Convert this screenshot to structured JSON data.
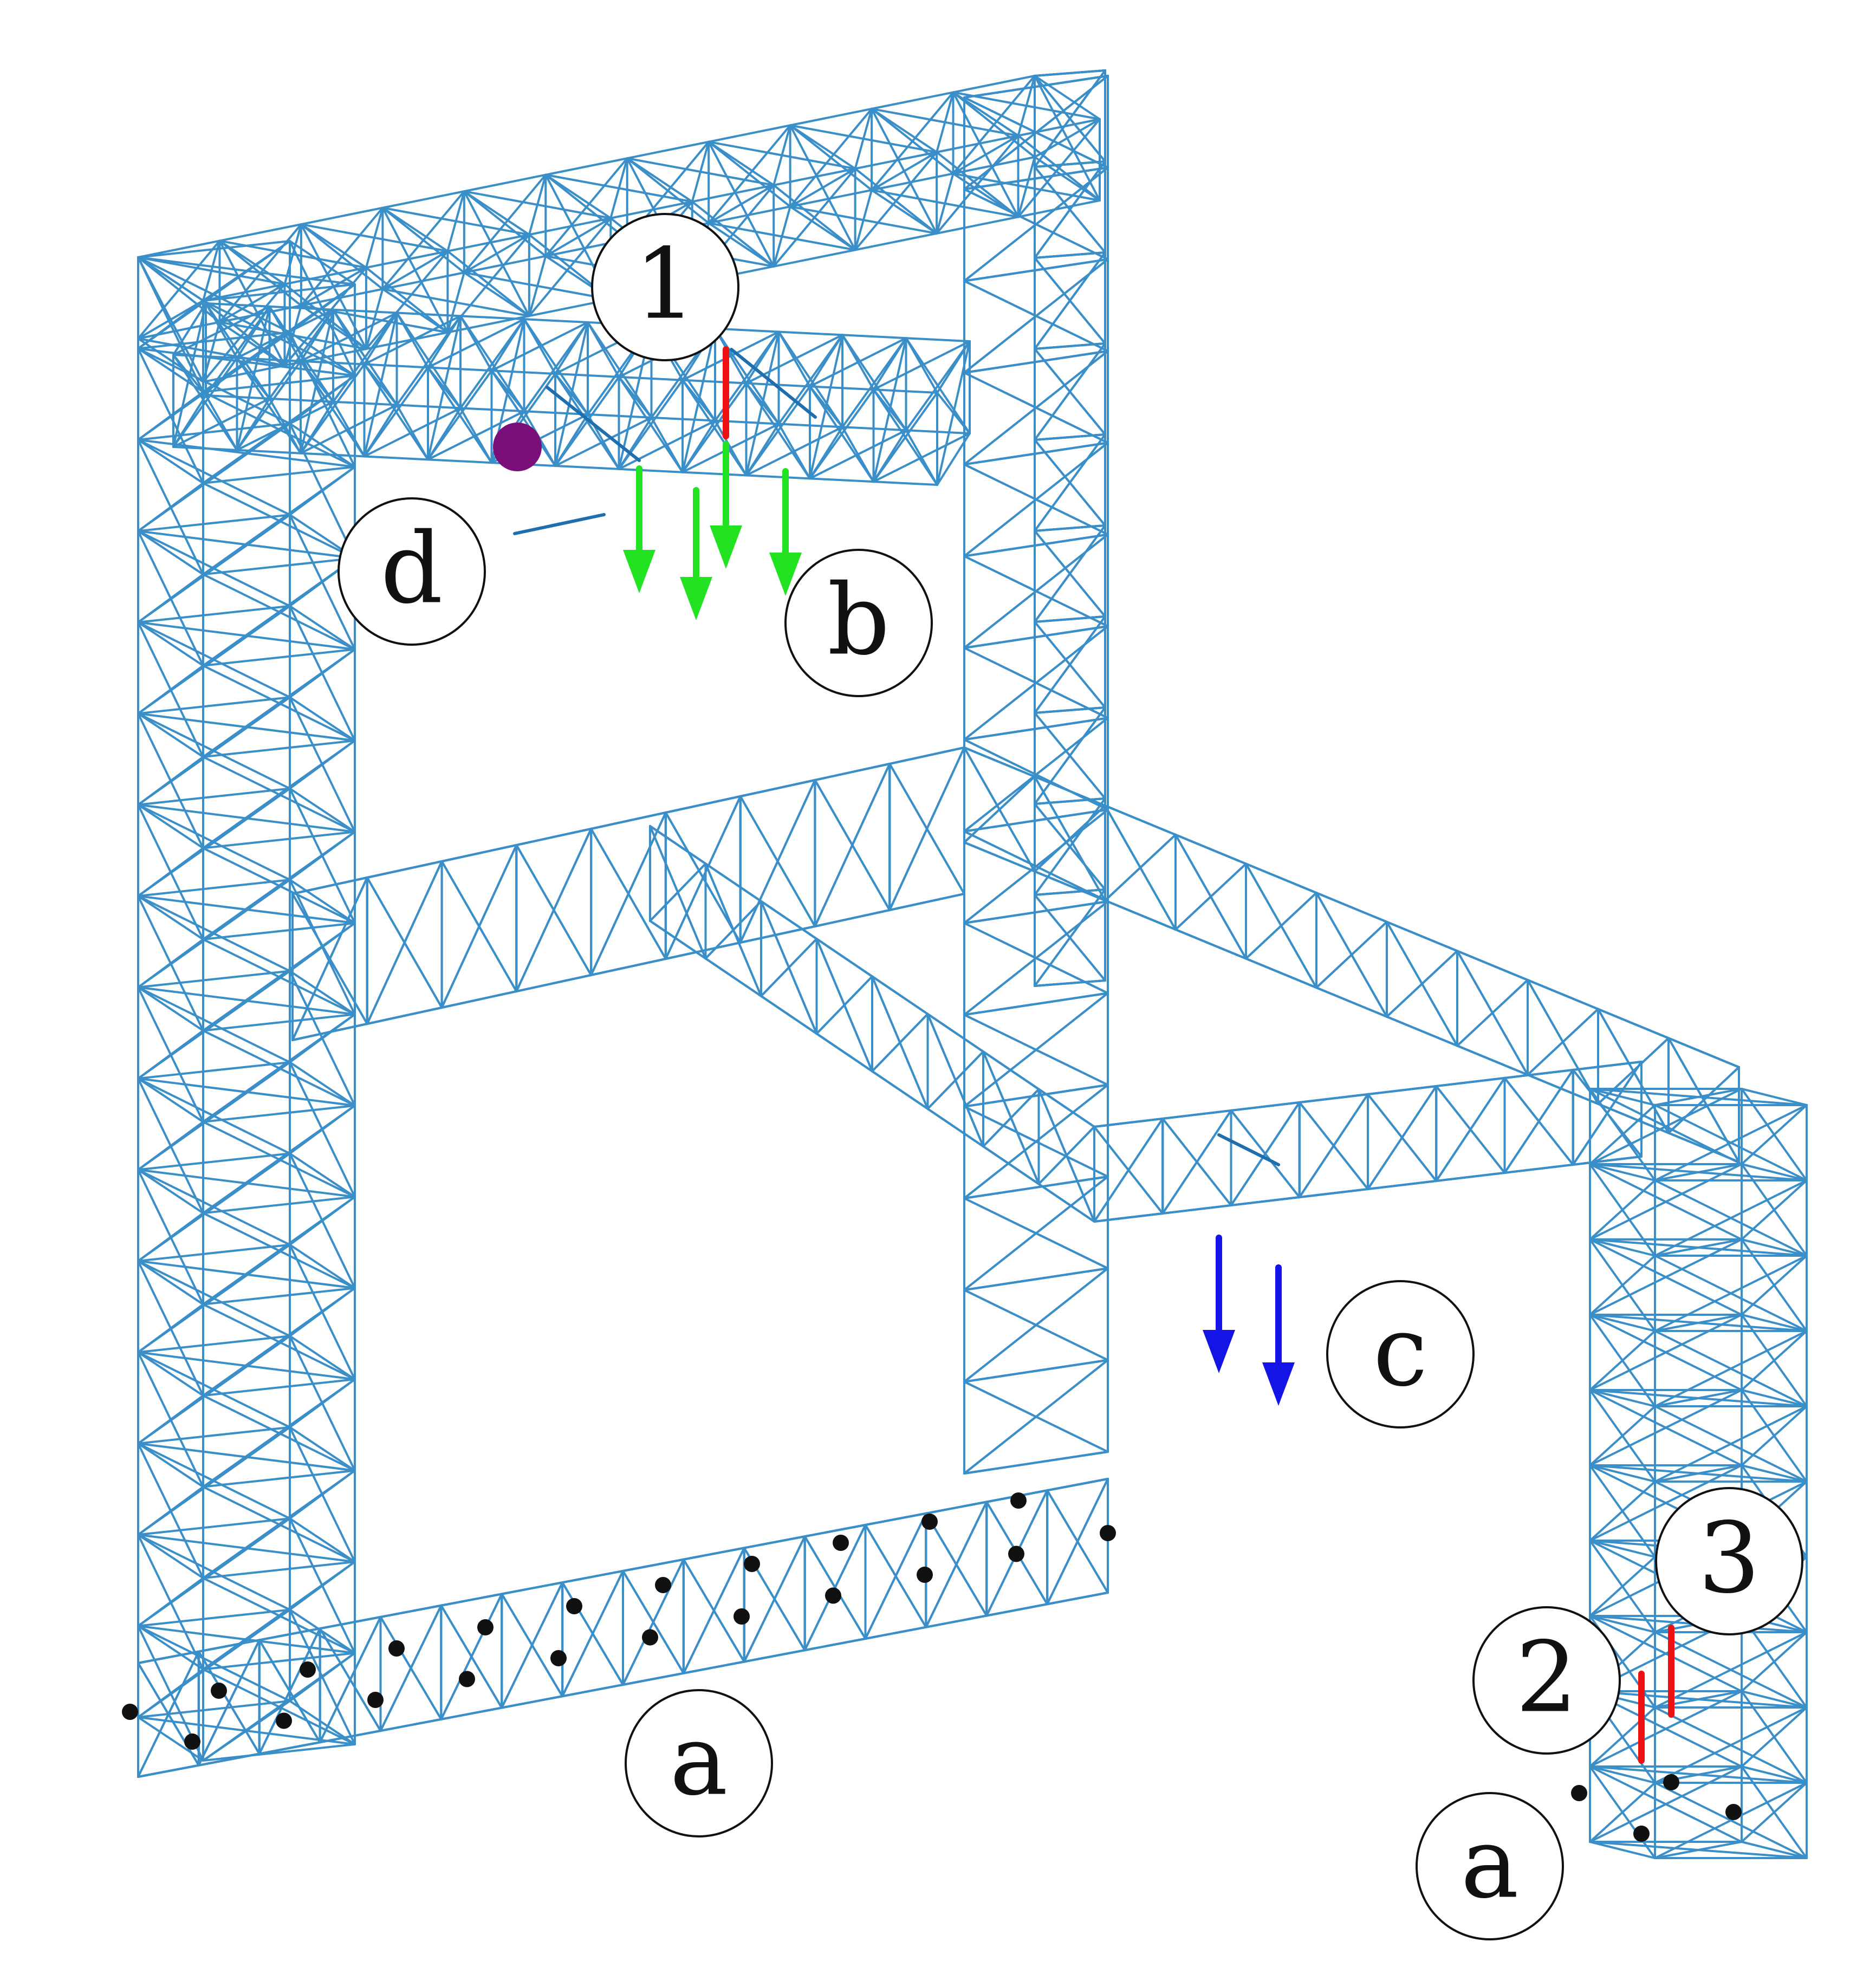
{
  "colors": {
    "truss": "#3b8fc9",
    "truss_dark": "#1f6fae",
    "support": "#111111",
    "load_green": "#22e322",
    "load_blue": "#1414e6",
    "highlight_red": "#ee1111",
    "marker_purple": "#7a0f7a"
  },
  "labels": {
    "one": "1",
    "two": "2",
    "three": "3",
    "a_main": "a",
    "a_leg": "a",
    "b": "b",
    "c": "c",
    "d": "d"
  }
}
